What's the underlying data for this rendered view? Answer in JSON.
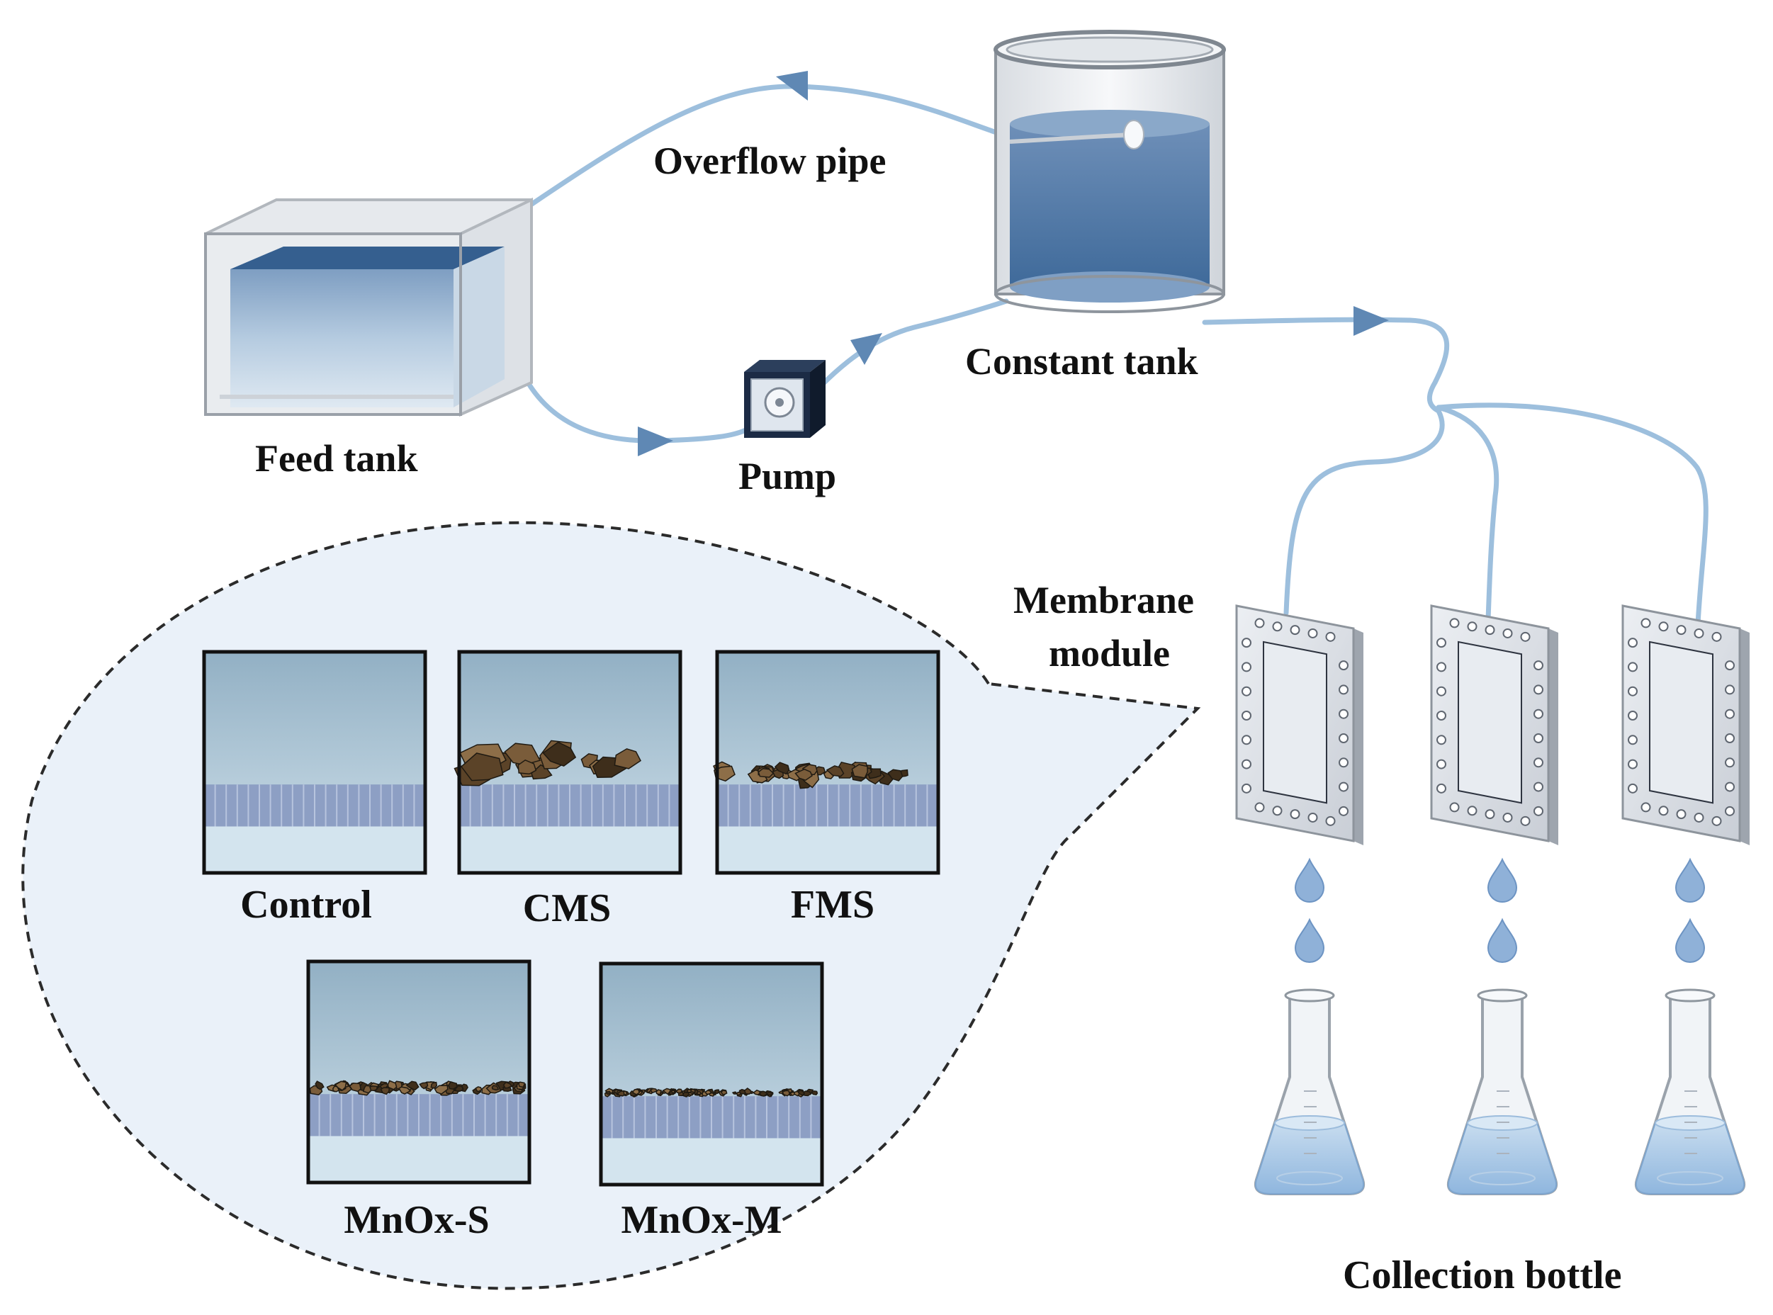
{
  "labels": {
    "overflow_pipe": "Overflow pipe",
    "feed_tank": "Feed tank",
    "pump": "Pump",
    "constant_tank": "Constant tank",
    "membrane_module_line1": "Membrane",
    "membrane_module_line2": "module",
    "collection_bottle": "Collection bottle"
  },
  "panels": [
    {
      "label": "Control",
      "deposit": "none"
    },
    {
      "label": "CMS",
      "deposit": "coarse"
    },
    {
      "label": "FMS",
      "deposit": "medium"
    },
    {
      "label": "MnOx-S",
      "deposit": "fine"
    },
    {
      "label": "MnOx-M",
      "deposit": "very-fine"
    }
  ],
  "colors": {
    "pipe": "#9dbfdd",
    "arrow": "#5f88b4",
    "water_dark": "#3f6a9a",
    "water_light": "#a9c4dc",
    "bubble_fill": "#eef3f9",
    "membrane": "#8d9fc4",
    "deposit": "#6b5236",
    "plate": "#d8dce2",
    "droplet": "#8fb1d8"
  }
}
